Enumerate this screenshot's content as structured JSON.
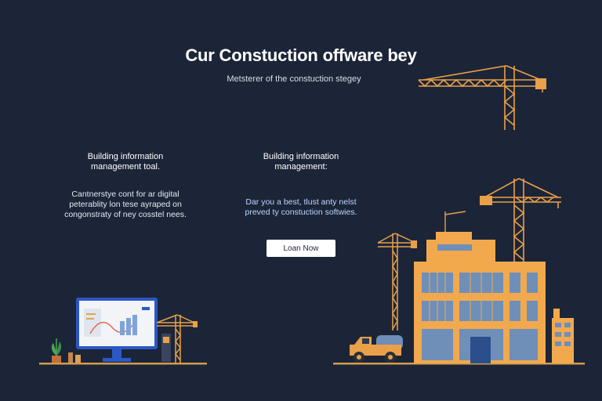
{
  "header": {
    "title": "Cur Constuction offware bey",
    "subtitle": "Metsterer of the constuction stegey"
  },
  "columns": [
    {
      "heading_line1": "Building information",
      "heading_line2": "management toal.",
      "body_line1": "Cantnerstye cont for ar digital",
      "body_line2": "peterablity lon tese ayraped on",
      "body_line3": "congonstraty of ney cosstel nees."
    },
    {
      "heading_line1": "Building information",
      "heading_line2": "management:",
      "body_line1": "Dar you a best, tlust anty nelst",
      "body_line2": "preved ty constuction softwies."
    }
  ],
  "cta": {
    "label": "Loan Now"
  },
  "colors": {
    "background": "#1c2538",
    "crane_orange": "#e9a048",
    "building_orange": "#f2a94e",
    "window_blue": "#6f8fb8",
    "ground": "#d49a4c"
  },
  "icons": [
    "crane-icon",
    "building-icon",
    "monitor-icon",
    "plant-icon",
    "truck-icon"
  ]
}
